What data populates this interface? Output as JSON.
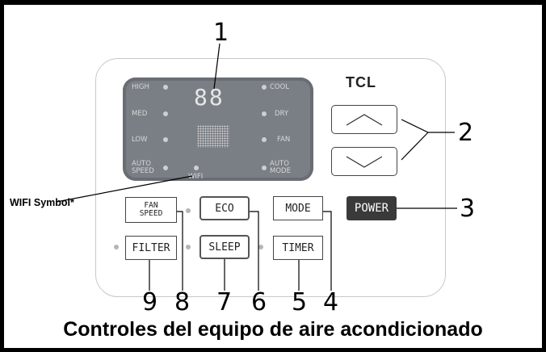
{
  "brand": "TCL",
  "display": {
    "digits": "88",
    "left_modes": [
      "HIGH",
      "MED",
      "LOW",
      "AUTO SPEED"
    ],
    "right_modes": [
      "COOL",
      "DRY",
      "FAN",
      "AUTO MODE"
    ],
    "wifi": "WIFI"
  },
  "buttons": {
    "fan_speed": "FAN SPEED",
    "eco": "ECO",
    "mode": "MODE",
    "power": "POWER",
    "filter": "FILTER",
    "sleep": "SLEEP",
    "timer": "TIMER"
  },
  "callouts": {
    "n1": "1",
    "n2": "2",
    "n3": "3",
    "n4": "4",
    "n5": "5",
    "n6": "6",
    "n7": "7",
    "n8": "8",
    "n9": "9",
    "wifi_symbol": "WIFI Symbol*"
  },
  "caption": "Controles del equipo de aire acondicionado",
  "colors": {
    "display_bg": "#7a7e85",
    "power_bg": "#3a3a3a",
    "accent": "#000000"
  }
}
